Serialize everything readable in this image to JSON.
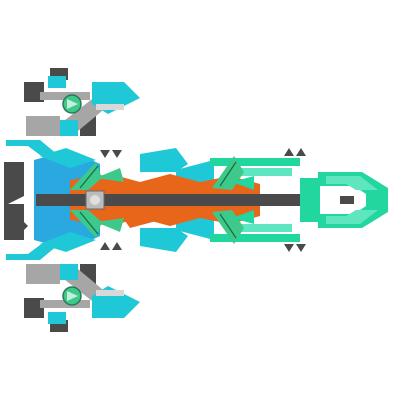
{
  "scene": {
    "kind": "ship-sprite",
    "orientation": "facing-right",
    "background": "#ffffff"
  },
  "colors": {
    "hull_cyan": "#1ec8d6",
    "hull_blue": "#2aa9e0",
    "mint": "#22d6a0",
    "mint_light": "#5fe6c0",
    "orange": "#e8661a",
    "gray": "#a6a6a6",
    "dark": "#4a4a4a",
    "light": "#d8d8d8",
    "green": "#3cc98a"
  },
  "parts": {
    "upper_wing": {
      "turret_icon": "turret-icon"
    },
    "lower_wing": {
      "turret_icon": "turret-icon"
    },
    "core": {
      "icon": "core-module-icon"
    },
    "nose": {
      "icon": "cannon-nose-icon"
    },
    "thrusters": {
      "count": 4
    }
  }
}
